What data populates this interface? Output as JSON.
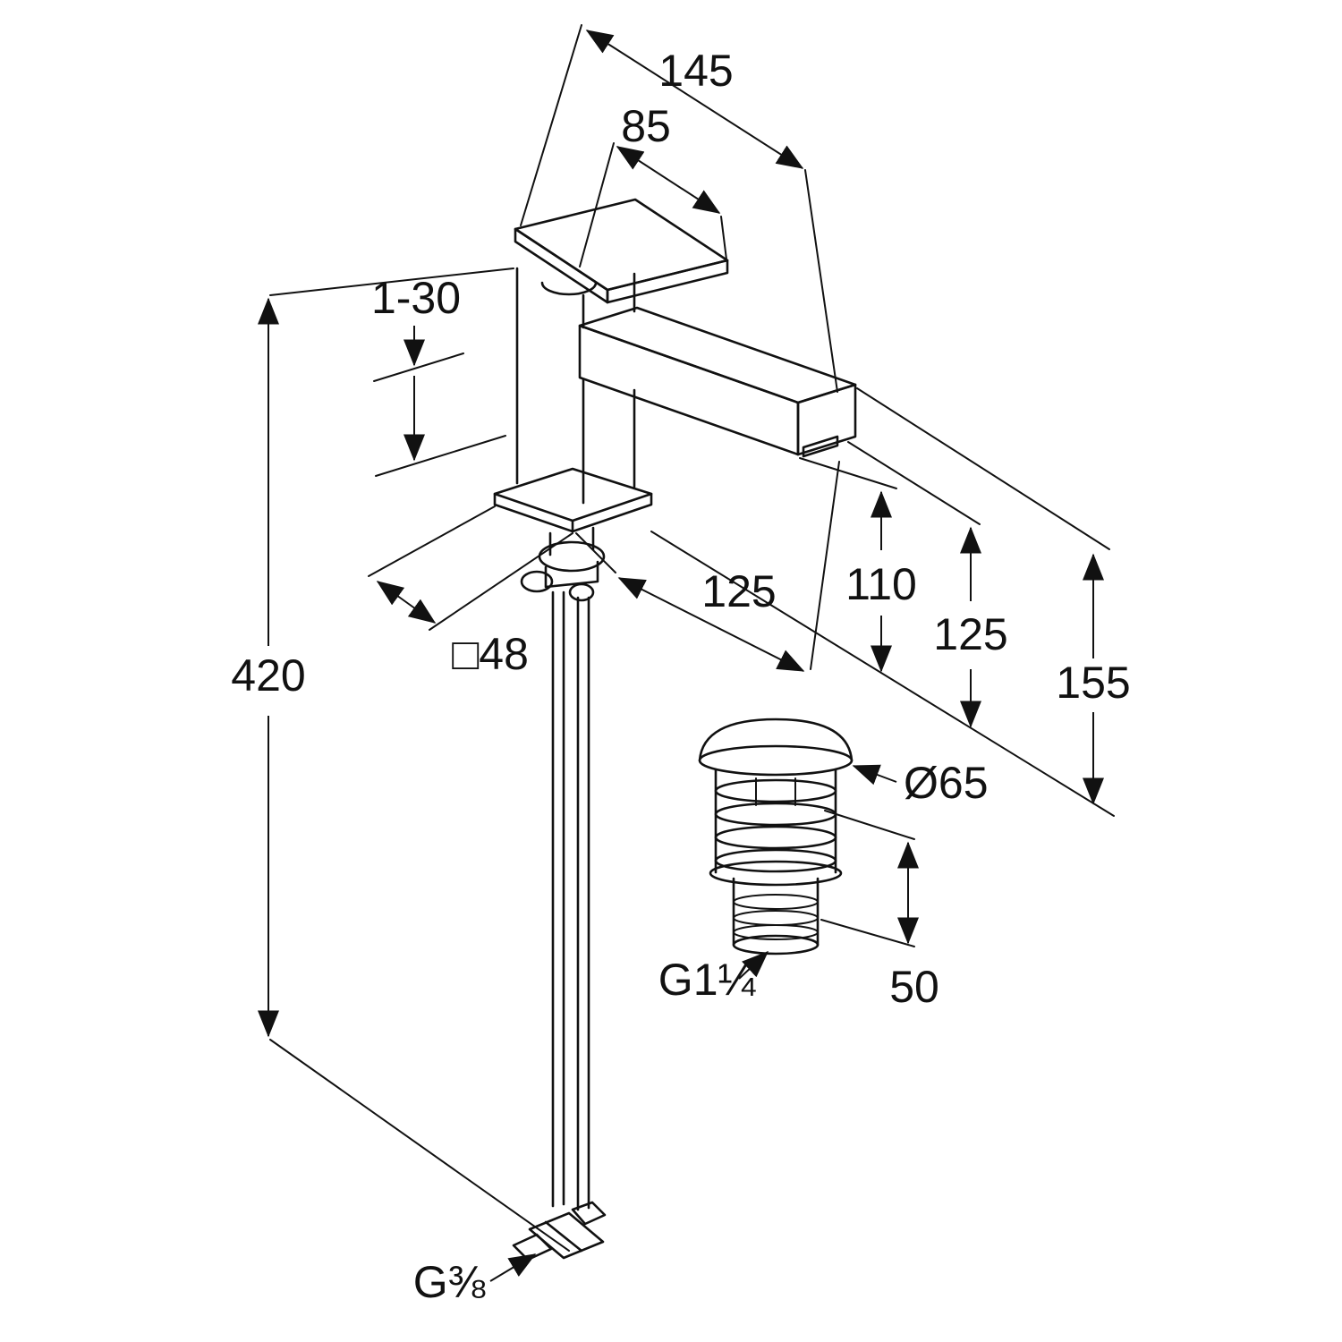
{
  "page": {
    "title": "Single-lever basin mixer technical dimension drawing",
    "background_color": "#ffffff",
    "line_color": "#111111"
  },
  "dims": {
    "spout_projection": "145",
    "handle_projection": "85",
    "mounting_thickness_range": "1-30",
    "total_height_with_hoses": "420",
    "base_square": "□48",
    "spout_reach": "125",
    "spout_outlet_height": "110",
    "spout_top_height": "125",
    "total_fitting_height": "155",
    "drain_cap_diameter": "Ø65",
    "drain_body_height": "50",
    "drain_thread": "G1¼",
    "supply_thread": "G⅜"
  }
}
